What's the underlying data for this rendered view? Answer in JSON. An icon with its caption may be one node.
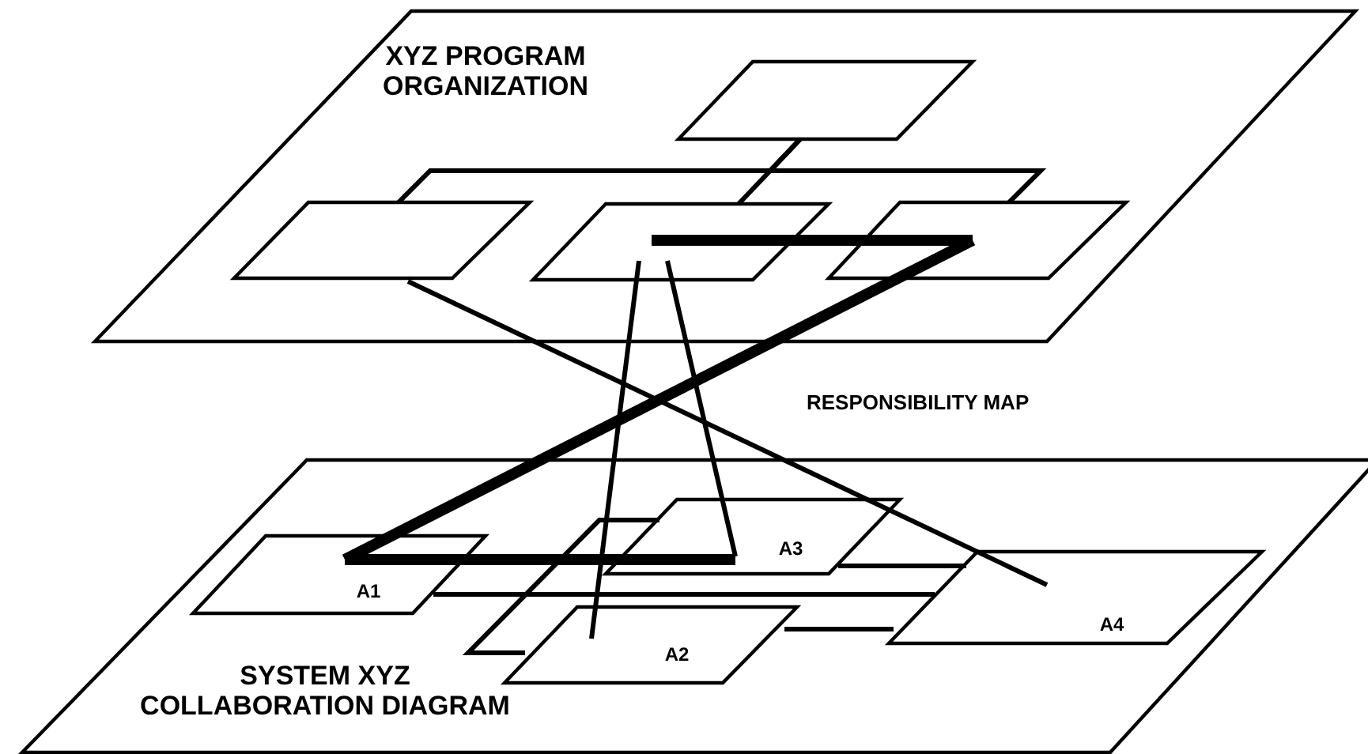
{
  "diagram": {
    "nodes": [
      {
        "text": [
          "XYZ PROGRAM ORGANIZATION"
        ]
      },
      {
        "text": [],
        "shape": "box",
        "in": 0
      },
      {
        "text": [],
        "shape": "box",
        "in": 0
      },
      {
        "text": [],
        "shape": "box",
        "in": 0
      },
      {
        "text": [],
        "shape": "box",
        "in": 0
      },
      {
        "text": [
          "SYSTEM XYZ COLLABORATION DIAGRAM"
        ]
      },
      {
        "text": [
          "A1"
        ],
        "in": 5
      },
      {
        "text": [
          "A3"
        ],
        "in": 5
      },
      {
        "text": [
          "A2"
        ],
        "in": 5
      },
      {
        "text": [
          "A4"
        ],
        "in": 5
      }
    ],
    "edges": [
      {
        "from": 1,
        "to": 3,
        "arrow": "none"
      },
      {
        "from": 1,
        "to": 2,
        "arrow": "none"
      },
      {
        "from": 1,
        "to": 4,
        "arrow": "none"
      },
      {
        "from": 3,
        "to": 4,
        "arrow": "none",
        "style": "thick"
      },
      {
        "from": 4,
        "to": 6,
        "arrow": "none",
        "style": "thick"
      },
      {
        "from": 6,
        "to": 7,
        "arrow": "none",
        "style": "thick"
      },
      {
        "from": 3,
        "to": 8,
        "arrow": "none"
      },
      {
        "from": 3,
        "to": 7,
        "arrow": "none"
      },
      {
        "from": 2,
        "to": 9,
        "arrow": "none"
      },
      {
        "from": 6,
        "to": 9,
        "arrow": "none"
      },
      {
        "from": 7,
        "to": 9,
        "arrow": "none"
      },
      {
        "from": 8,
        "to": 9,
        "arrow": "none"
      },
      {
        "from": 7,
        "to": 8,
        "arrow": "none"
      }
    ],
    "labels": [
      "RESPONSIBILITY MAP"
    ]
  }
}
